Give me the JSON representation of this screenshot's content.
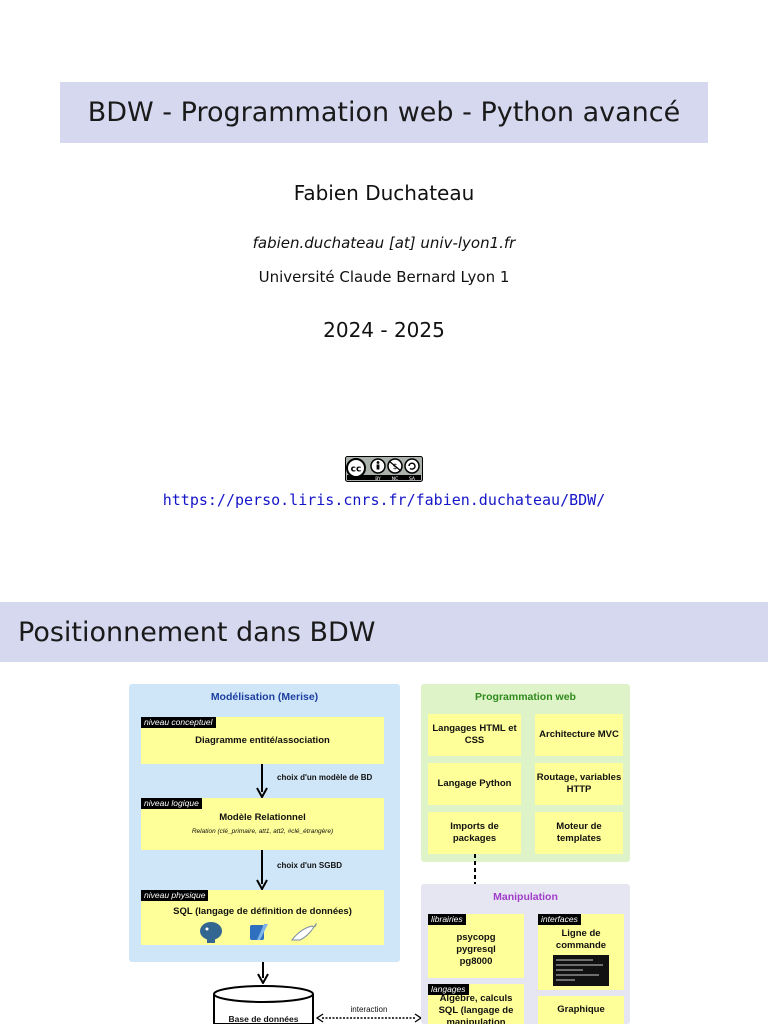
{
  "slide1": {
    "title": "BDW - Programmation web - Python avancé",
    "author": "Fabien Duchateau",
    "email": "fabien.duchateau [at] univ-lyon1.fr",
    "university": "Université Claude Bernard Lyon 1",
    "year": "2024  -  2025",
    "license": {
      "cc": "cc",
      "by": "BY",
      "nc": "NC",
      "sa": "SA"
    },
    "url": "https://perso.liris.cnrs.fr/fabien.duchateau/BDW/"
  },
  "slide2": {
    "title": "Positionnement dans BDW",
    "modelisation": {
      "title": "Modélisation (Merise)",
      "level1_tag": "niveau conceptuel",
      "level1_box": "Diagramme entité/association",
      "arrow1": "choix d'un modèle de BD",
      "level2_tag": "niveau logique",
      "level2_box": "Modèle Relationnel",
      "level2_sub": "Relation (clé_primaire, att1, att2, #clé_étrangère)",
      "arrow2": "choix d'un SGBD",
      "level3_tag": "niveau physique",
      "level3_box": "SQL (langage de définition de données)"
    },
    "database": "Base de données",
    "interaction": "interaction",
    "progweb": {
      "title": "Programmation web",
      "langages": "Langages HTML et CSS",
      "architecture": "Architecture MVC",
      "python": "Langage Python",
      "routage": "Routage, variables HTTP",
      "imports": "Imports de packages",
      "moteur": "Moteur de templates"
    },
    "manipulation": {
      "title": "Manipulation",
      "librairies_tag": "librairies",
      "libs": "psycopg pygresql pg8000",
      "interfaces_tag": "interfaces",
      "cli": "Ligne de commande",
      "langages_tag": "langages",
      "algebra": "Algèbre, calculs SQL (langage de manipulation",
      "gui": "Graphique"
    },
    "colors": {
      "bar": "#d6d8f0",
      "merise": "#cfe6f8",
      "web": "#dff3c8",
      "manip": "#e6e6f3",
      "yellow": "#ffff99",
      "webtitle": "#2f8a1e",
      "meristitle": "#1c3fa0",
      "maniptitle": "#a03cc8"
    }
  }
}
